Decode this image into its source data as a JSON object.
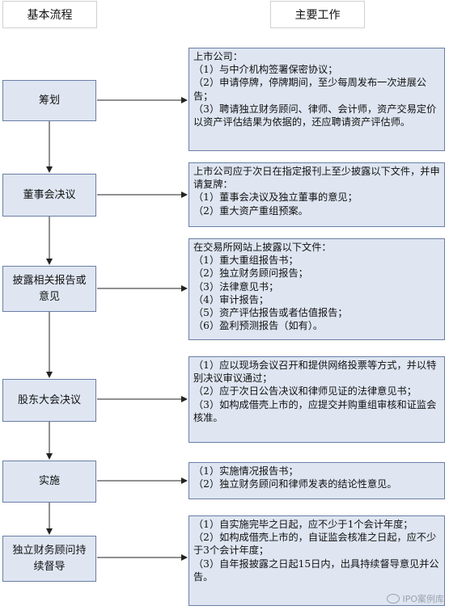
{
  "headers": {
    "left": "基本流程",
    "right": "主要工作"
  },
  "steps": [
    {
      "label": "筹划"
    },
    {
      "label": "董事会决议"
    },
    {
      "label": "披露相关报告或意见"
    },
    {
      "label": "股东大会决议"
    },
    {
      "label": "实施"
    },
    {
      "label": "独立财务顾问持续督导"
    }
  ],
  "works": [
    {
      "lines": [
        "上市公司：",
        "（1）与中介机构签署保密协议；",
        "（2）申请停牌，停牌期间，至少每周发布一次进展公告；",
        "（3）聘请独立财务顾问、律师、会计师，资产交易定价以资产评估结果为依据的，还应聘请资产评估师。"
      ]
    },
    {
      "lines": [
        "上市公司应于次日在指定报刊上至少披露以下文件，并申请复牌：",
        "（1）董事会决议及独立董事的意见；",
        "（2）重大资产重组预案。"
      ]
    },
    {
      "lines": [
        "在交易所网站上披露以下文件：",
        "（1）重大重组报告书；",
        "（2）独立财务顾问报告；",
        "（3）法律意见书；",
        "（4）审计报告；",
        "（5）资产评估报告或者估值报告；",
        "（6）盈利预测报告（如有）。"
      ]
    },
    {
      "lines": [
        "（1）应以现场会议召开和提供网络投票等方式，并以特别决议审议通过；",
        "（2）应于次日公告决议和律师见证的法律意见书；",
        "（3）如构成借壳上市的，应提交并购重组审核和证监会核准。"
      ]
    },
    {
      "lines": [
        "（1）实施情况报告书；",
        "（2）独立财务顾问和律师发表的结论性意见。"
      ]
    },
    {
      "lines": [
        "（1）自实施完毕之日起，应不少于1个会计年度；",
        "（2）如构成借壳上市的，自证监会核准之日起，应不少于3个会计年度；",
        "（3）自年报披露之日起15日内，出具持续督导意见并公告。"
      ]
    }
  ],
  "watermark": "IPO案例库",
  "colors": {
    "box_fill": "#dfe6f2",
    "box_border": "#6a7ea6",
    "connector": "#222222"
  }
}
